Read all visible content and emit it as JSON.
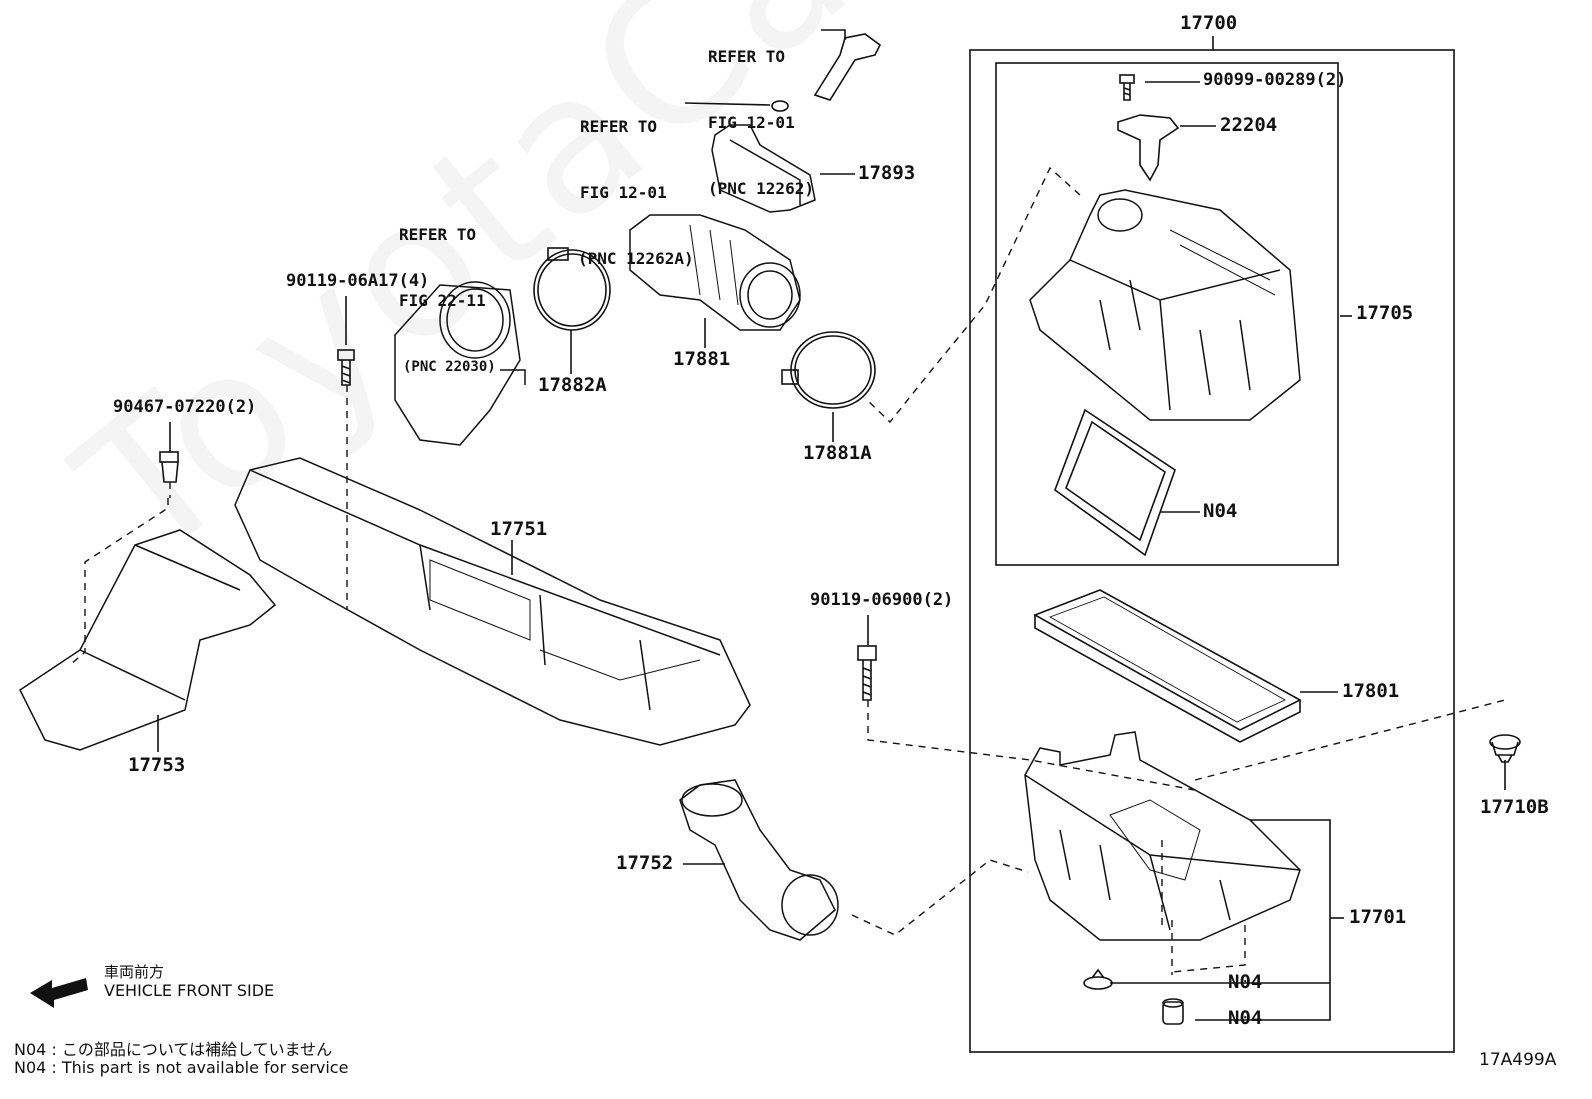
{
  "watermark": "ToyotaCarMine.ru",
  "assembly_label": "17700",
  "parts": {
    "p17705": "17705",
    "p90099": "90099-00289(2)",
    "p22204": "22204",
    "n04_filter": "N04",
    "p17801": "17801",
    "p17701": "17701",
    "n04_a": "N04",
    "n04_b": "N04",
    "p17710B": "17710B",
    "p17893": "17893",
    "p17881": "17881",
    "p17882A": "17882A",
    "p17881A": "17881A",
    "p90119_06A17": "90119-06A17(4)",
    "p90467": "90467-07220(2)",
    "p17751": "17751",
    "p17753": "17753",
    "p90119_06900": "90119-06900(2)",
    "p17752": "17752"
  },
  "refs": {
    "ref1": [
      "REFER TO",
      "FIG 12-01",
      "(PNC 12262)"
    ],
    "ref2": [
      "REFER TO",
      "FIG 12-01",
      "(PNC 12262A)"
    ],
    "ref3": [
      "REFER TO",
      "FIG 22-11",
      "(PNC 22030)"
    ]
  },
  "direction": {
    "jp": "車両前方",
    "en": "VEHICLE FRONT SIDE"
  },
  "notes": {
    "jp": "N04 : この部品については補給していません",
    "en": "N04 : This part is not available for service"
  },
  "figure_code": "17A499A"
}
